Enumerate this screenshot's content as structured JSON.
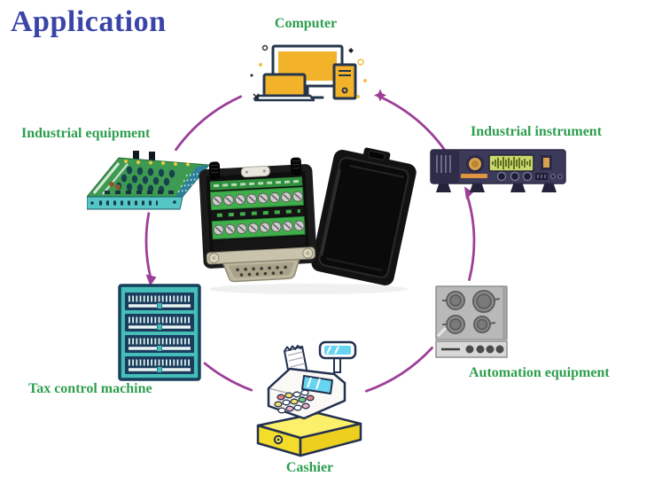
{
  "title": "Application",
  "nodes": [
    {
      "id": "computer",
      "label": "Computer",
      "icon": "computer-icon"
    },
    {
      "id": "industrial-instrument",
      "label": "Industrial instrument",
      "icon": "instrument-icon"
    },
    {
      "id": "automation-equipment",
      "label": "Automation equipment",
      "icon": "cooktop-icon"
    },
    {
      "id": "cashier",
      "label": "Cashier",
      "icon": "cash-register-icon"
    },
    {
      "id": "tax-control-machine",
      "label": "Tax control machine",
      "icon": "tax-machine-icon"
    },
    {
      "id": "industrial-equipment",
      "label": "Industrial equipment",
      "icon": "circuit-board-icon"
    }
  ],
  "center_product": {
    "alt": "DB25 D-sub breakout terminal module: black housing with green screw-terminal blocks, metal DB25 connector, opened black plastic cover"
  },
  "palette": {
    "title_blue": "#3A45A8",
    "label_green": "#2E9E4F",
    "circle_purple": "#9C3E98",
    "computer_yellow": "#F2B32B",
    "outline_navy": "#25354C",
    "board_green": "#3E9A52",
    "board_blue": "#2D7E9B",
    "board_teal": "#56C5C6",
    "instrument_navy": "#3C3A59",
    "instrument_display_green": "#C9D76B",
    "instrument_orange": "#E09440",
    "cooktop_gray": "#B9B9B9",
    "cashier_screen_cyan": "#67D5F2",
    "cashier_drawer_yellow": "#F8E838",
    "tax_teal": "#45BDB8",
    "tax_navy": "#1B3C5C",
    "terminal_green": "#3FAF4A"
  }
}
